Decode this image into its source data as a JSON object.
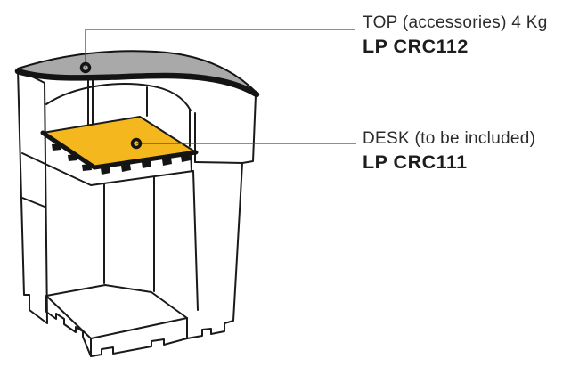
{
  "diagram": {
    "type": "product-exploded-callout-diagram",
    "subject": "corner reception counter",
    "colors": {
      "top_fill": "#a9a9a9",
      "desk_fill": "#f4b71d",
      "line": "#1a1a1a",
      "leader": "#4a4a4a",
      "label_text": "#2b2b2b",
      "code_text": "#1d1d1d",
      "background": "#ffffff"
    },
    "callouts": [
      {
        "id": "top",
        "label": "TOP (accessories) 4 Kg",
        "code": "LP CRC112"
      },
      {
        "id": "desk",
        "label": "DESK (to be included)",
        "code": "LP CRC111"
      }
    ]
  }
}
